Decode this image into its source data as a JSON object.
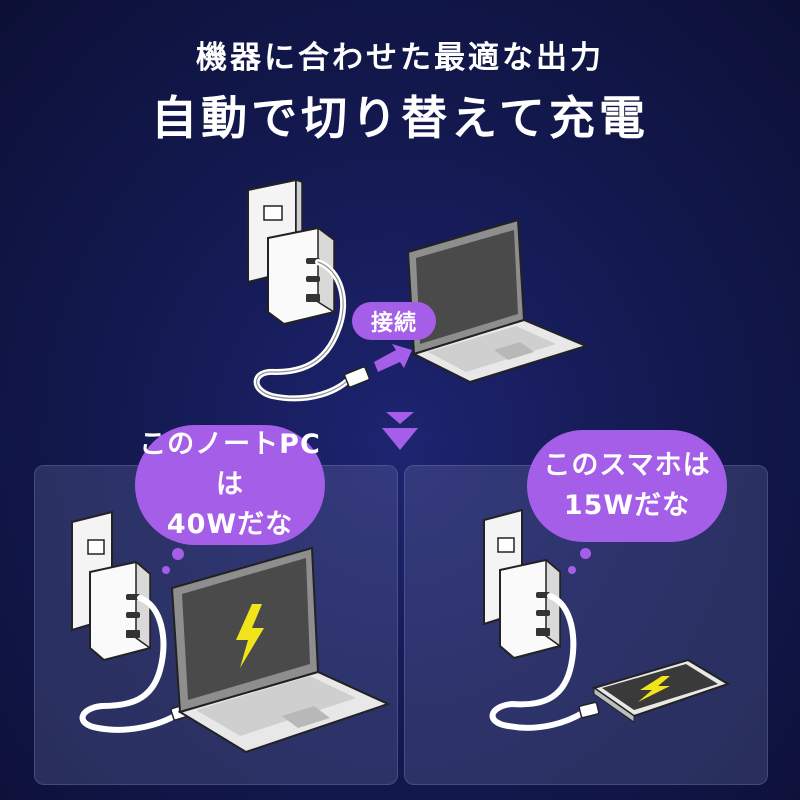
{
  "headline": {
    "line1": "機器に合わせた最適な出力",
    "line2": "自動で切り替えて充電"
  },
  "connect_label": "接続",
  "bubble_laptop": {
    "line1": "このノートPCは",
    "line2": "40Wだな"
  },
  "bubble_phone": {
    "line1": "このスマホは",
    "line2": "15Wだな"
  },
  "colors": {
    "accent_purple": "#a55ee8",
    "background_navy": "#141a52",
    "bolt_yellow": "#f2e41c"
  },
  "icons": [
    "wall-outlet-icon",
    "charger-icon",
    "laptop-icon",
    "smartphone-icon",
    "lightning-bolt-icon",
    "down-arrow-icon",
    "cable-arrow-icon"
  ]
}
